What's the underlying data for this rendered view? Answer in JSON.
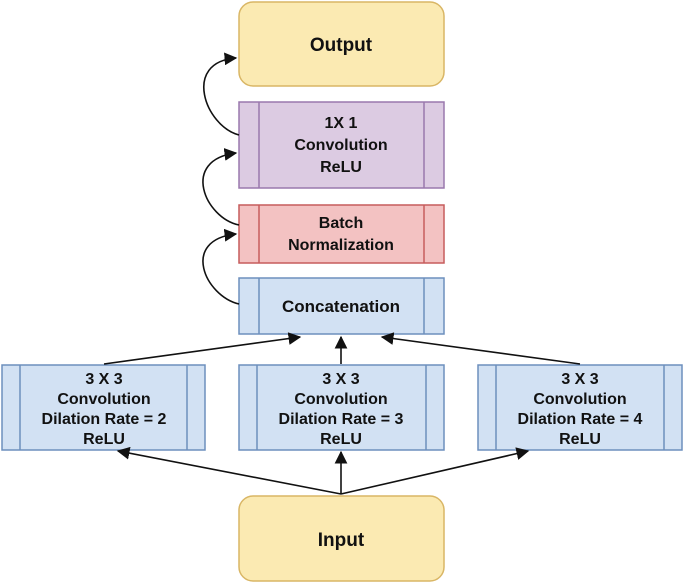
{
  "colors": {
    "terminal_fill": "#fbeab2",
    "terminal_stroke": "#d9b665",
    "conv1x1_fill": "#dccbe2",
    "conv1x1_stroke": "#9a78ad",
    "batchnorm_fill": "#f3c2c2",
    "batchnorm_stroke": "#c65c5c",
    "blue_fill": "#d2e1f3",
    "blue_stroke": "#6d8fbd",
    "arrow": "#111111"
  },
  "nodes": {
    "output": {
      "line1": "Output"
    },
    "conv1x1": {
      "line1": "1X 1",
      "line2": "Convolution",
      "line3": "ReLU"
    },
    "batchnorm": {
      "line1": "Batch",
      "line2": "Normalization"
    },
    "concat": {
      "line1": "Concatenation"
    },
    "dil2": {
      "line1": "3 X 3",
      "line2": "Convolution",
      "line3": "Dilation Rate = 2",
      "line4": "ReLU"
    },
    "dil3": {
      "line1": "3 X 3",
      "line2": "Convolution",
      "line3": "Dilation Rate = 3",
      "line4": "ReLU"
    },
    "dil4": {
      "line1": "3 X 3",
      "line2": "Convolution",
      "line3": "Dilation Rate = 4",
      "line4": "ReLU"
    },
    "input": {
      "line1": "Input"
    }
  }
}
